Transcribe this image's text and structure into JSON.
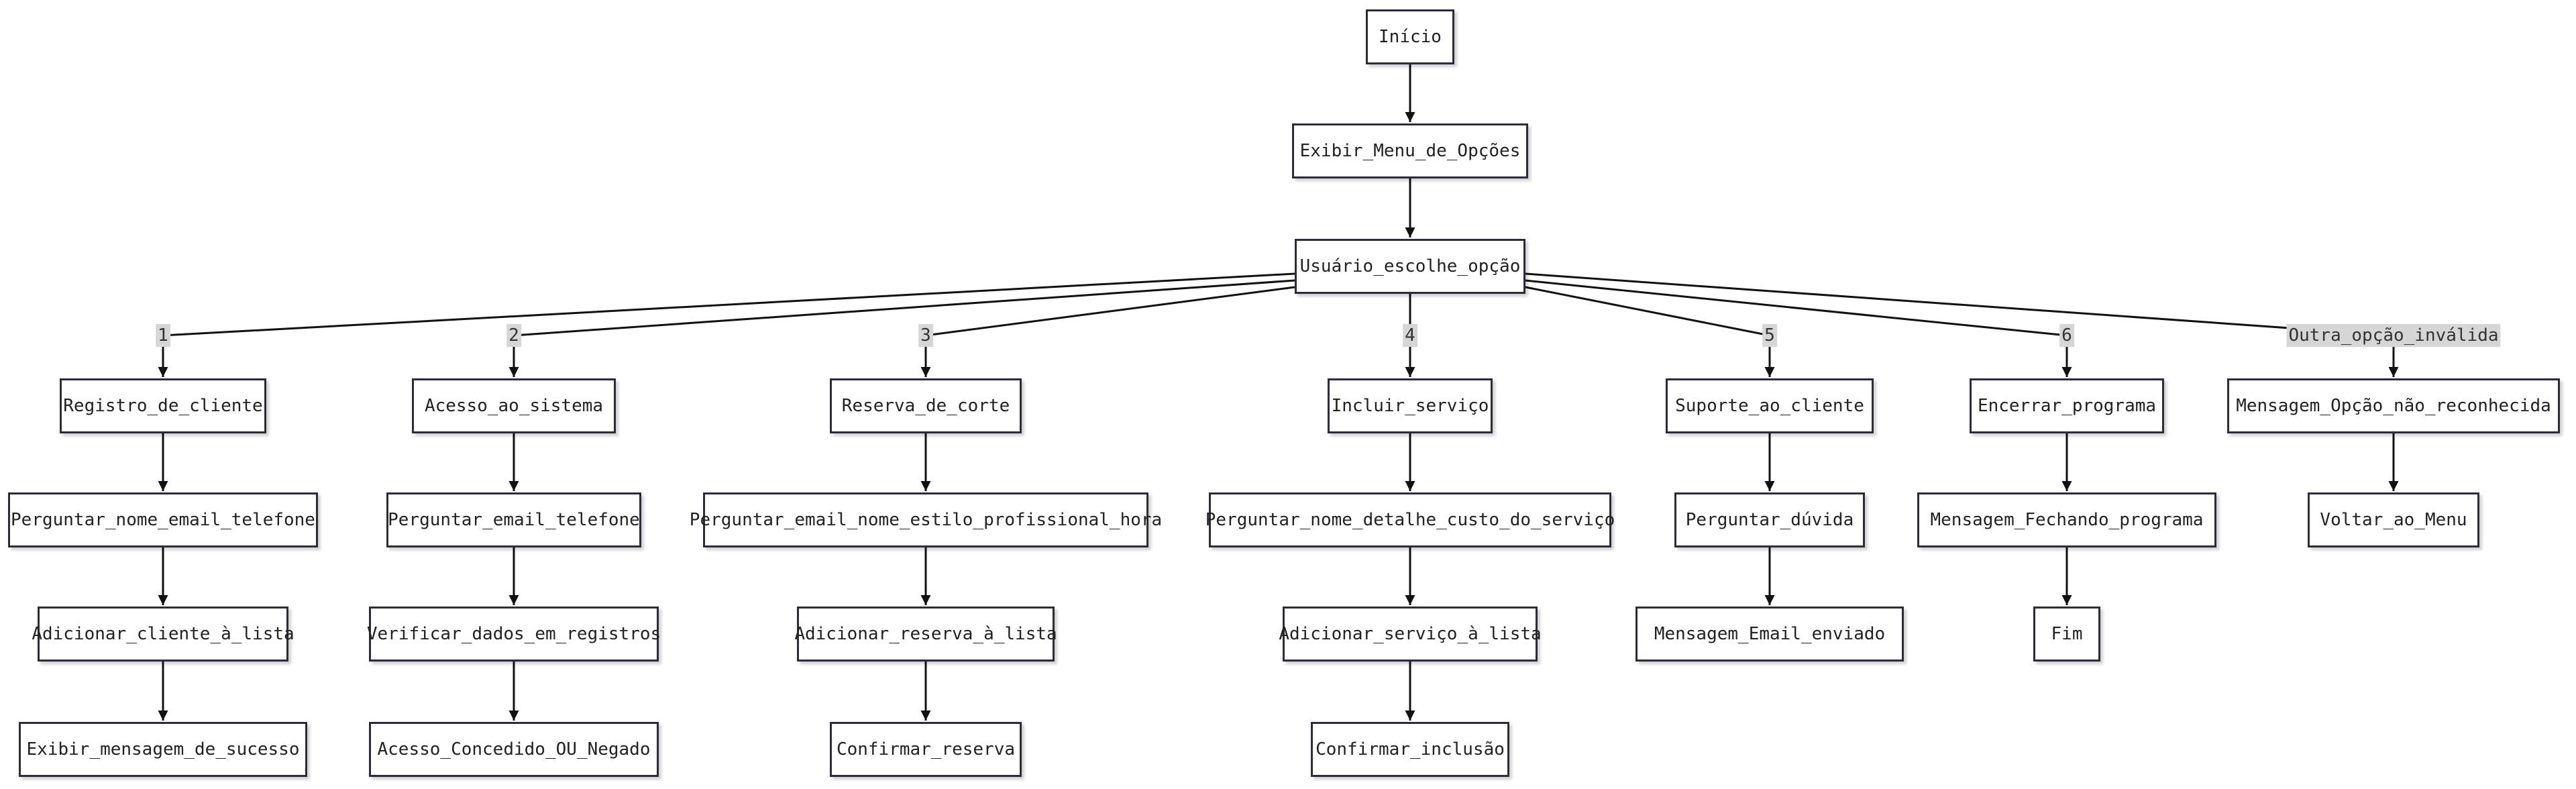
{
  "nodes": {
    "inicio": "Início",
    "menu": "Exibir_Menu_de_Opções",
    "escolhe": "Usuário_escolhe_opção",
    "registro": "Registro_de_cliente",
    "perguntar_nome_email": "Perguntar_nome_email_telefone",
    "adicionar_cliente": "Adicionar_cliente_à_lista",
    "exibir_sucesso": "Exibir_mensagem_de_sucesso",
    "acesso": "Acesso_ao_sistema",
    "perguntar_email_tel": "Perguntar_email_telefone",
    "verificar": "Verificar_dados_em_registros",
    "acesso_resultado": "Acesso_Concedido_OU_Negado",
    "reserva": "Reserva_de_corte",
    "perguntar_reserva": "Perguntar_email_nome_estilo_profissional_hora",
    "adicionar_reserva": "Adicionar_reserva_à_lista",
    "confirmar_reserva": "Confirmar_reserva",
    "incluir": "Incluir_serviço",
    "perguntar_servico": "Perguntar_nome_detalhe_custo_do_serviço",
    "adicionar_servico": "Adicionar_serviço_à_lista",
    "confirmar_inclusao": "Confirmar_inclusão",
    "suporte": "Suporte_ao_cliente",
    "perguntar_duvida": "Perguntar_dúvida",
    "email_enviado": "Mensagem_Email_enviado",
    "encerrar": "Encerrar_programa",
    "fechando": "Mensagem_Fechando_programa",
    "fim": "Fim",
    "nao_reconhecida": "Mensagem_Opção_não_reconhecida",
    "voltar": "Voltar_ao_Menu"
  },
  "edge_labels": {
    "opt1": "1",
    "opt2": "2",
    "opt3": "3",
    "opt4": "4",
    "opt5": "5",
    "opt6": "6",
    "opt_other": "Outra_opção_inválida"
  },
  "colors": {
    "node_border": "#2b2b3c",
    "edge": "#111111",
    "label_background": "#d6d6d6"
  }
}
